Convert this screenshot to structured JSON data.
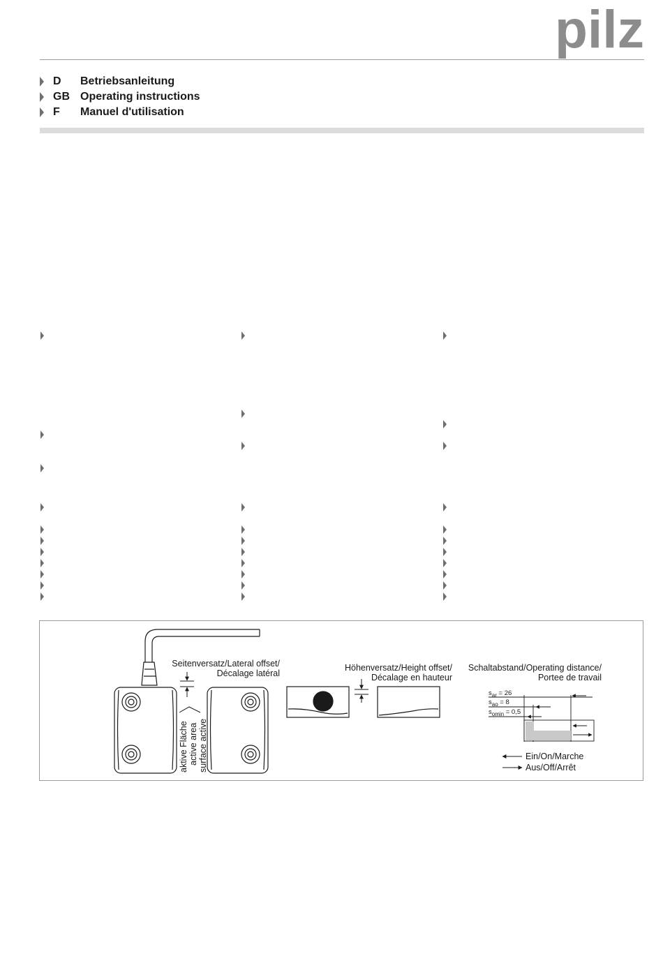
{
  "brand": {
    "logo_text": "pilz",
    "logo_color": "#8c8c8c"
  },
  "languages": [
    {
      "code": "D",
      "title": "Betriebsanleitung"
    },
    {
      "code": "GB",
      "title": "Operating instructions"
    },
    {
      "code": "F",
      "title": "Manuel d'utilisation"
    }
  ],
  "diagram": {
    "lateral_offset_line1": "Seitenversatz/Lateral offset/",
    "lateral_offset_line2": "Décalage latéral",
    "active_area_line1": "aktive Fläche",
    "active_area_line2": "active area",
    "active_area_line3": "surface active",
    "height_offset_line1": "Höhenversatz/Height offset/",
    "height_offset_line2": "Décalage en hauteur",
    "operating_distance_line1": "Schaltabstand/Operating distance/",
    "operating_distance_line2": "Portee de travail",
    "s_ar_sub": "ar",
    "s_ar_value": " = 26",
    "s_ao_sub": "ao",
    "s_ao_value": " = 8",
    "s_omin_sub": "omin",
    "s_omin_value": " = 0,5",
    "s_symbol": "s",
    "legend_on": "Ein/On/Marche",
    "legend_off": "Aus/Off/Arrêt"
  }
}
